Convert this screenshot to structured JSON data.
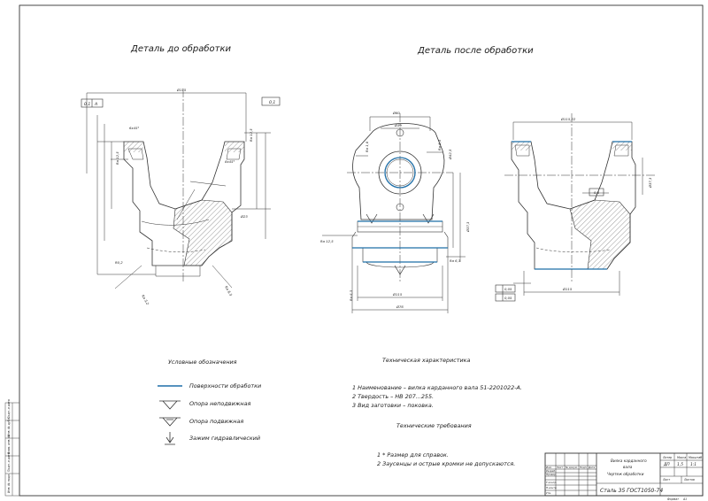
{
  "views": {
    "before_title": "Деталь до обработки",
    "after_title": "Деталь после обработки"
  },
  "legend": {
    "title": "Условные обозначения",
    "items": [
      {
        "symbol": "surface",
        "label": "Поверхности обработки"
      },
      {
        "symbol": "fixed-support",
        "label": "Опора неподвижная"
      },
      {
        "symbol": "movable-support",
        "label": "Опора подвижная"
      },
      {
        "symbol": "hydraulic-clamp",
        "label": "Зажим гидравлический"
      }
    ]
  },
  "tech_spec": {
    "title": "Техническая характеристика",
    "lines": [
      "1 Наименование – вилка карданного вала 51-2201022-А.",
      "2 Твердость – НВ 207...255.",
      "3 Вид заготовки – поковка."
    ]
  },
  "requirements": {
    "title": "Технические требования",
    "lines": [
      "1 * Размер для справок.",
      "2 Заусенцы и острые кромки не допускаются."
    ]
  },
  "title_block": {
    "name_line1": "Вилка карданного",
    "name_line2": "вала",
    "name_line3": "Чертеж обработки",
    "material": "Сталь 35 ГОСТ1050-74",
    "col_litera": "Литер",
    "col_mass": "Масса",
    "col_scale": "Масштаб",
    "litera": "ДП",
    "mass": "1,5",
    "scale": "1:1",
    "sheet": "Лист",
    "sheets": "Листов",
    "format": "Формат",
    "format_value": "A1",
    "rows": [
      "Изм.",
      "Лист",
      "№ докум.",
      "Подп.",
      "Дата"
    ],
    "roles": [
      "Разраб.",
      "Провер.",
      "Т.контр.",
      "Н.контр.",
      "Утв."
    ]
  },
  "margin_labels": [
    "Инв. № подл.",
    "Подп. и дата",
    "Взам. инв. №",
    "Инв. № дубл.",
    "Подп. и дата"
  ],
  "dims": {
    "before": [
      "R0,2",
      "6х45°",
      "8х45°",
      "Ra 12,5",
      "Ra 12,5",
      "Ra 3,2",
      "Ra 6,3",
      "Ø23",
      "Ø115"
    ],
    "after": [
      "Ra 1,6",
      "Ra 6,3",
      "Ra 12,5",
      "Ra 6,3",
      "Ø39",
      "Ø42,5",
      "Ø60",
      "Ø115",
      "Ø76",
      "Ra 6,3",
      "Ø37,3",
      "Ø115,22"
    ],
    "gdt": [
      "0,1",
      "A",
      "0,1",
      "0,05",
      "0,05",
      "0,6"
    ]
  }
}
